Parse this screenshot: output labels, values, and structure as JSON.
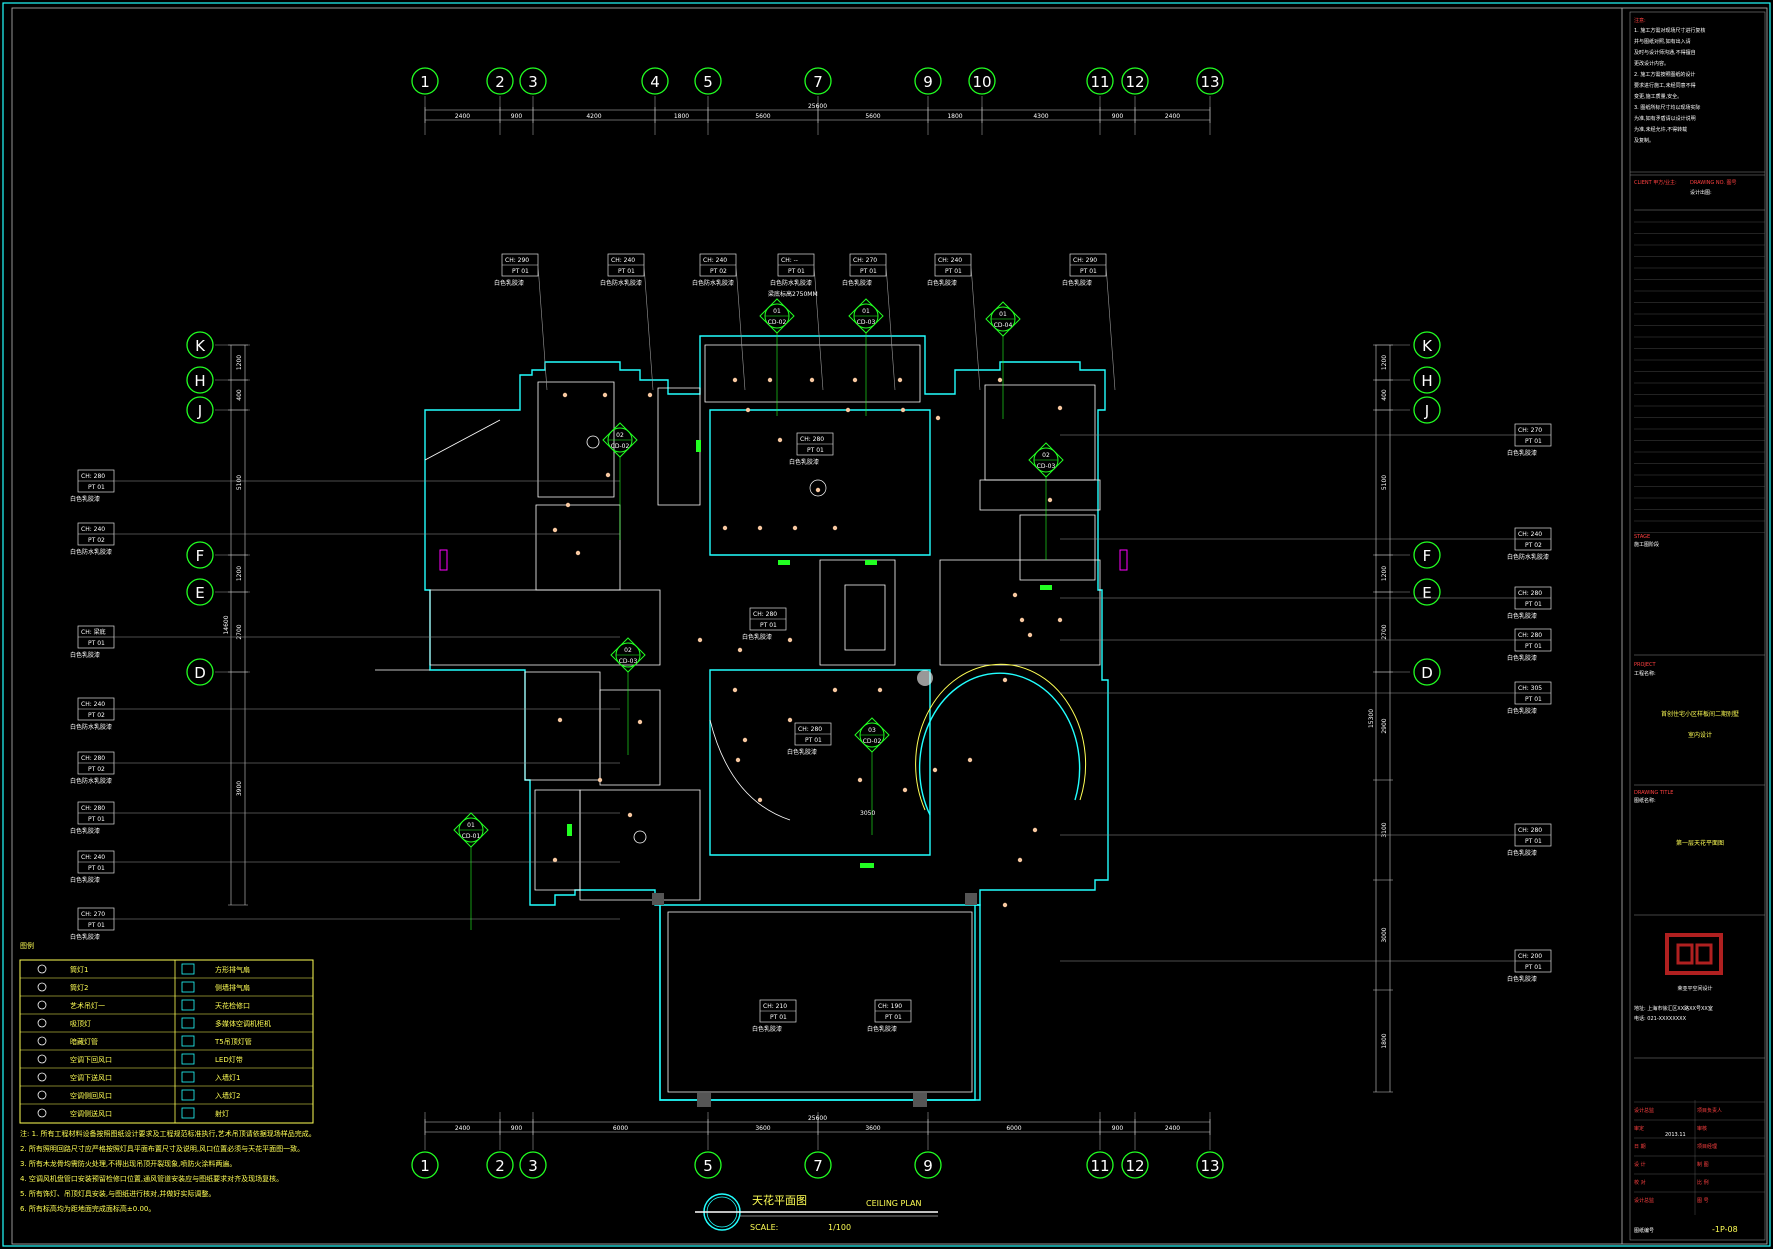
{
  "grid_top": [
    {
      "label": "1"
    },
    {
      "label": "2"
    },
    {
      "label": "3"
    },
    {
      "label": "4"
    },
    {
      "label": "5"
    },
    {
      "label": "7"
    },
    {
      "label": "9"
    },
    {
      "label": "10"
    },
    {
      "label": "11"
    },
    {
      "label": "12"
    },
    {
      "label": "13"
    }
  ],
  "grid_bottom": [
    {
      "label": "1"
    },
    {
      "label": "2"
    },
    {
      "label": "3"
    },
    {
      "label": "5"
    },
    {
      "label": "7"
    },
    {
      "label": "9"
    },
    {
      "label": "11"
    },
    {
      "label": "12"
    },
    {
      "label": "13"
    }
  ],
  "grid_left": [
    {
      "label": "K"
    },
    {
      "label": "H"
    },
    {
      "label": "J"
    },
    {
      "label": "F"
    },
    {
      "label": "E"
    },
    {
      "label": "D"
    }
  ],
  "grid_right": [
    {
      "label": "K"
    },
    {
      "label": "H"
    },
    {
      "label": "J"
    },
    {
      "label": "F"
    },
    {
      "label": "E"
    },
    {
      "label": "D"
    }
  ],
  "dims_top": [
    "2400",
    "900",
    "4200",
    "1800",
    "5600",
    "5600",
    "1800",
    "4300",
    "900",
    "2400"
  ],
  "dims_top_total": "25600",
  "dims_bottom": [
    "2400",
    "900",
    "6000",
    "3600",
    "3600",
    "6000",
    "900",
    "2400"
  ],
  "dims_bottom_total": "25600",
  "dims_left": [
    "1200",
    "400",
    "5100",
    "1200",
    "2700",
    "3900"
  ],
  "dims_left_total": "14600",
  "dims_right": [
    "1200",
    "400",
    "5100",
    "1200",
    "2700",
    "2900",
    "3100",
    "3000",
    "1800"
  ],
  "dims_right_total": "15300",
  "ceiling_tags_top": [
    {
      "ch": "CH: 290",
      "mat": "PT 01",
      "desc": "白色乳胶漆"
    },
    {
      "ch": "CH: 240",
      "mat": "PT 01",
      "desc": "白色防水乳胶漆"
    },
    {
      "ch": "CH: 240",
      "mat": "PT 02",
      "desc": "白色防水乳胶漆"
    },
    {
      "ch": "CH: --",
      "mat": "PT 01",
      "desc": "白色防水乳胶漆"
    },
    {
      "ch": "CH: 270",
      "mat": "PT 01",
      "desc": "白色乳胶漆"
    },
    {
      "ch": "CH: 240",
      "mat": "PT 01",
      "desc": "白色乳胶漆"
    },
    {
      "ch": "CH: 290",
      "mat": "PT 01",
      "desc": "白色乳胶漆"
    }
  ],
  "ceiling_tags_left": [
    {
      "ch": "CH: 280",
      "mat": "PT 01",
      "desc": "白色乳胶漆"
    },
    {
      "ch": "CH: 240",
      "mat": "PT 02",
      "desc": "白色防水乳胶漆"
    },
    {
      "ch": "CH: 梁底",
      "mat": "PT 01",
      "desc": "白色乳胶漆"
    },
    {
      "ch": "CH: 240",
      "mat": "PT 02",
      "desc": "白色防水乳胶漆"
    },
    {
      "ch": "CH: 280",
      "mat": "PT 02",
      "desc": "白色防水乳胶漆"
    },
    {
      "ch": "CH: 280",
      "mat": "PT 01",
      "desc": "白色乳胶漆"
    },
    {
      "ch": "CH: 240",
      "mat": "PT 01",
      "desc": "白色乳胶漆"
    },
    {
      "ch": "CH: 270",
      "mat": "PT 01",
      "desc": "白色乳胶漆"
    }
  ],
  "ceiling_tags_right": [
    {
      "ch": "CH: 270",
      "mat": "PT 01",
      "desc": "白色乳胶漆"
    },
    {
      "ch": "CH: 240",
      "mat": "PT 02",
      "desc": "白色防水乳胶漆"
    },
    {
      "ch": "CH: 280",
      "mat": "PT 01",
      "desc": "白色乳胶漆"
    },
    {
      "ch": "CH: 280",
      "mat": "PT 01",
      "desc": "白色乳胶漆"
    },
    {
      "ch": "CH: 305",
      "mat": "PT 01",
      "desc": "白色乳胶漆"
    },
    {
      "ch": "CH: 280",
      "mat": "PT 01",
      "desc": "白色乳胶漆"
    },
    {
      "ch": "CH: 200",
      "mat": "PT 01",
      "desc": "白色乳胶漆"
    }
  ],
  "ceiling_tags_inner": [
    {
      "ch": "CH: 280",
      "mat": "PT 01",
      "desc": "白色乳胶漆"
    },
    {
      "ch": "CH: 280",
      "mat": "PT 01",
      "desc": "白色乳胶漆"
    },
    {
      "ch": "CH: 280",
      "mat": "PT 01",
      "desc": "白色乳胶漆"
    },
    {
      "ch": "CH: 210",
      "mat": "PT 01",
      "desc": "白色乳胶漆"
    },
    {
      "ch": "CH: 190",
      "mat": "PT 01",
      "desc": "白色乳胶漆"
    }
  ],
  "section_marks": [
    {
      "num": "01",
      "ref": "CD-02"
    },
    {
      "num": "01",
      "ref": "CD-03"
    },
    {
      "num": "01",
      "ref": "CD-04"
    },
    {
      "num": "02",
      "ref": "CD-02"
    },
    {
      "num": "02",
      "ref": "CD-03"
    },
    {
      "num": "02",
      "ref": "CD-03"
    },
    {
      "num": "03",
      "ref": "CD-02"
    },
    {
      "num": "01",
      "ref": "CD-01"
    }
  ],
  "beam_note": "梁底标高2750MM",
  "dim_3050": "3050",
  "legend": {
    "title": "图例",
    "items": [
      {
        "left": "筒灯1",
        "right": "方形排气扇"
      },
      {
        "left": "筒灯2",
        "right": "侧墙排气扇"
      },
      {
        "left": "艺术吊灯一",
        "right": "天花检修口"
      },
      {
        "left": "吸顶灯",
        "right": "多媒体空调机柜机"
      },
      {
        "left": "暗藏灯管",
        "right": "T5吊顶灯管"
      },
      {
        "left": "空调下回风口",
        "right": "LED灯带"
      },
      {
        "left": "空调下送风口",
        "right": "入墙灯1"
      },
      {
        "left": "空调侧回风口",
        "right": "入墙灯2"
      },
      {
        "left": "空调侧送风口",
        "right": "射灯"
      }
    ]
  },
  "notes": [
    "注: 1. 所有工程材料设备按照图纸设计要求及工程规范标准执行,艺术吊顶请依据现场样品完成。",
    "2. 所有照明回路尺寸应严格按照灯具平面布置尺寸及说明,风口位置必须与天花平面图一致。",
    "3. 所有木龙骨均需防火处理,不得出现吊顶开裂现象,喷防火涂料两遍。",
    "4. 空调风机盘管口安装预留检修口位置,通风管道安装应与图纸要求对齐及现场复核。",
    "5. 所有饰灯、吊顶灯具安装,与图纸进行核对,并做好实际调整。",
    "6. 所有标高均为距地面完成面标高±0.00。"
  ],
  "title": {
    "cn": "天花平面图",
    "en": "CEILING PLAN",
    "scale_label": "SCALE:",
    "scale_value": "1/100"
  },
  "title_block": {
    "notes_title": "注意:",
    "notes": [
      "1. 施工方需对现场尺寸进行复核",
      "   并与图纸对照,如有出入请",
      "   及时与设计师沟通,不得擅自",
      "   更改设计内容。",
      "2. 施工方需按照图纸的设计",
      "   要求进行施工,未经同意不得",
      "   变更,施工质量,安全。",
      "3. 图纸所标尺寸均以现场实际",
      "   为准,如有矛盾请以设计说明",
      "   为准,未经允许,不得转载",
      "   及复制。"
    ],
    "client_label": "CLIENT 甲方/业主:",
    "drawing_label": "DRAWING NO. 图号",
    "drawing_sub": "设计出图:",
    "stage_label": "STAGE",
    "stage_value": "施工图阶段",
    "project_label": "PROJECT",
    "project_sub": "工程名称:",
    "project_name": "首创住宅小区样板间二期别墅",
    "project_name2": "室内设计",
    "drawing_title_label": "DRAWING TITLE",
    "drawing_title_sub": "图纸名称:",
    "drawing_title": "第一层天花平面图",
    "company": "荣亚平空间设计",
    "address": "地址: 上海市徐汇区XX路XX号XX室",
    "phone": "电话: 021-XXXXXXXX",
    "rows": [
      {
        "l": "设计总监",
        "r": "项目负责人"
      },
      {
        "l": "审定",
        "r": "审核"
      },
      {
        "l": "日 期",
        "r": "项目经理"
      },
      {
        "l": "设 计",
        "r": "制 图"
      },
      {
        "l": "校 对",
        "r": "比 例"
      },
      {
        "l": "设计总监",
        "r": "图 号"
      }
    ],
    "sheet_no_label": "图纸编号",
    "sheet_no": "-1P-08",
    "date_value": "2013.11"
  },
  "colors": {
    "wall": "#22ffff",
    "grid": "#22ff22",
    "annotation": "#ffffff",
    "legend": "#ffff55",
    "tb_red": "#ff4040",
    "logo": "#b02020"
  }
}
